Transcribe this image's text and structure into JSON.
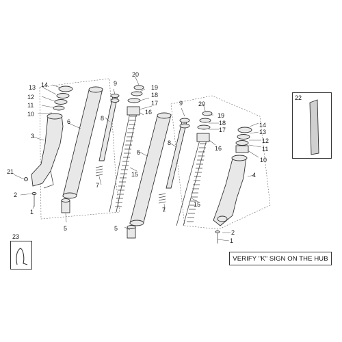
{
  "diagram": {
    "note": "VERIFY \"K\" SIGN ON THE HUB",
    "inset_22_label": "22",
    "inset_23_label": "23",
    "callouts": [
      "14",
      "13",
      "12",
      "11",
      "10",
      "3",
      "21",
      "2",
      "1",
      "6",
      "5",
      "9",
      "8",
      "7",
      "20",
      "19",
      "18",
      "17",
      "16",
      "15",
      "6",
      "5",
      "9",
      "8",
      "7",
      "20",
      "19",
      "18",
      "17",
      "16",
      "15",
      "14",
      "13",
      "12",
      "11",
      "10",
      "4",
      "2",
      "1"
    ]
  }
}
